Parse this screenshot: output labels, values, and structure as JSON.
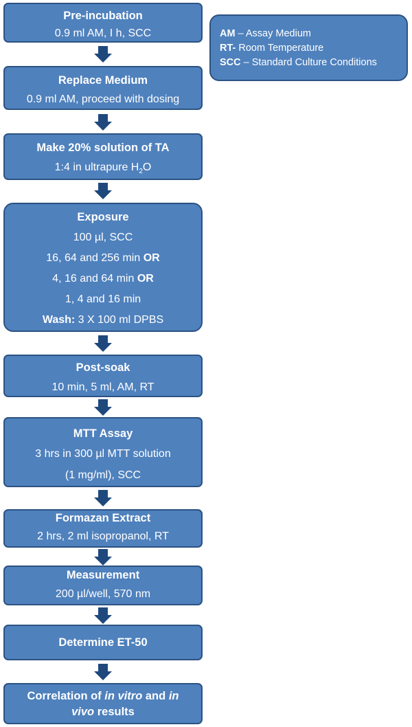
{
  "steps": [
    {
      "title": "Pre-incubation",
      "lines": [
        "0.9 ml AM, I h, SCC"
      ]
    },
    {
      "title": "Replace Medium",
      "lines": [
        "0.9 ml AM, proceed with dosing"
      ]
    },
    {
      "title": "Make 20% solution of TA",
      "line_prefix": "1:4 in ultrapure H",
      "line_sub": "2",
      "line_suffix": "O"
    },
    {
      "title": "Exposure",
      "lines": [
        "100 µl, SCC"
      ],
      "options": [
        {
          "text": "16, 64 and 256 min",
          "keyword": "OR"
        },
        {
          "text": "4, 16 and 64 min",
          "keyword": "OR"
        },
        {
          "text": "1, 4 and 16 min"
        }
      ],
      "wash_label": "Wash:",
      "wash_text": "3 X 100 ml DPBS"
    },
    {
      "title": "Post-soak",
      "lines": [
        "10 min, 5 ml, AM, RT"
      ]
    },
    {
      "title": "MTT Assay",
      "lines": [
        "3 hrs in 300 µl MTT solution",
        "(1 mg/ml), SCC"
      ]
    },
    {
      "title": "Formazan Extract",
      "lines": [
        "2 hrs, 2 ml isopropanol, RT"
      ]
    },
    {
      "title": "Measurement",
      "lines": [
        "200 µl/well, 570 nm"
      ]
    },
    {
      "title": "Determine ET-50"
    },
    {
      "title_parts": [
        "Correlation of ",
        "in vitro",
        " and ",
        "in",
        "vivo",
        " results"
      ]
    }
  ],
  "legend": [
    {
      "abbr": "AM",
      "text": " – Assay Medium"
    },
    {
      "abbr": "RT-",
      "text": " Room Temperature"
    },
    {
      "abbr": "SCC",
      "text": " – Standard Culture Conditions"
    }
  ],
  "colors": {
    "box_fill": "#4f81bd",
    "box_border": "#2c5282",
    "arrow": "#1f497d"
  }
}
